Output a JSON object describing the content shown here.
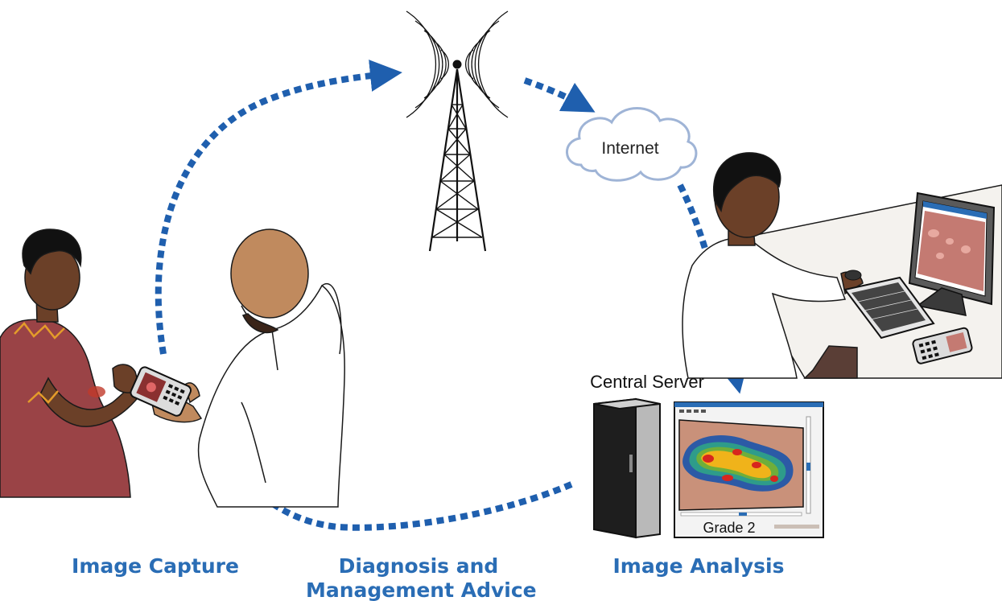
{
  "labels": {
    "internet": "Internet",
    "central_server": "Central Server",
    "grade": "Grade 2",
    "image_capture": "Image Capture",
    "diagnosis_line1": "Diagnosis and",
    "diagnosis_line2": "Management Advice",
    "image_analysis": "Image Analysis"
  },
  "colors": {
    "flow_arrow": "#1f5fae",
    "caption": "#2a6db5",
    "cloud_outline": "#9fb4d6",
    "skin_dark": "#6b4028",
    "skin_bald": "#c08a5e",
    "dress": "#9a4346",
    "lesion": "#c0392b"
  },
  "icons": [
    "radio-tower-icon",
    "cloud-icon",
    "server-rack-icon",
    "monitor-icon",
    "keyboard-icon",
    "mobile-phone-icon",
    "heatmap-window-icon"
  ]
}
